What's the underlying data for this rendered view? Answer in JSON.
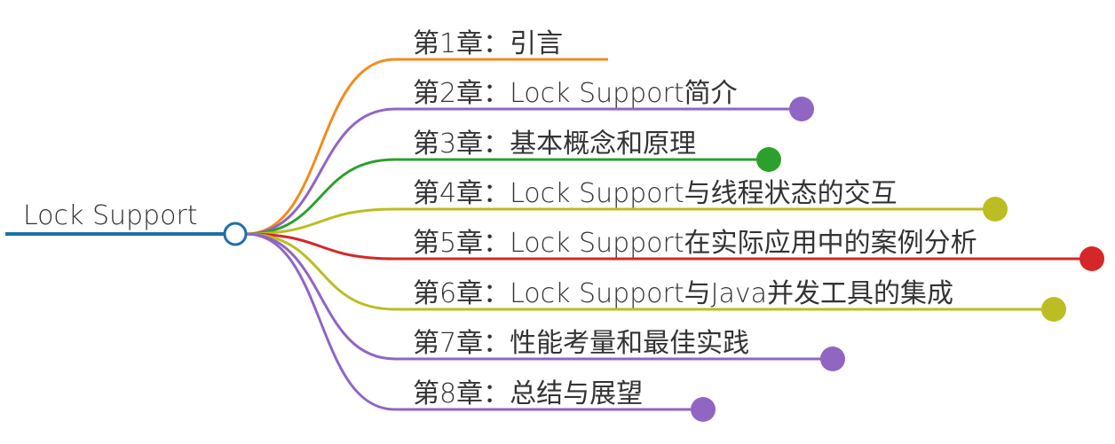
{
  "mindmap": {
    "root": {
      "label": "Lock Support",
      "color": "#1f6fa8"
    },
    "branches": [
      {
        "label": "第1章：引言",
        "color": "#f28c1c",
        "has_dot": false
      },
      {
        "label": "第2章：Lock Support简介",
        "color": "#9165c2",
        "has_dot": true
      },
      {
        "label": "第3章：基本概念和原理",
        "color": "#2ca02c",
        "has_dot": true
      },
      {
        "label": "第4章：Lock Support与线程状态的交互",
        "color": "#bcbd22",
        "has_dot": true
      },
      {
        "label": "第5章：Lock Support在实际应用中的案例分析",
        "color": "#d62728",
        "has_dot": true
      },
      {
        "label": "第6章：Lock Support与Java并发工具的集成",
        "color": "#bcbd22",
        "has_dot": true
      },
      {
        "label": "第7章：性能考量和最佳实践",
        "color": "#9165c2",
        "has_dot": true
      },
      {
        "label": "第8章：总结与展望",
        "color": "#9165c2",
        "has_dot": true
      }
    ]
  }
}
